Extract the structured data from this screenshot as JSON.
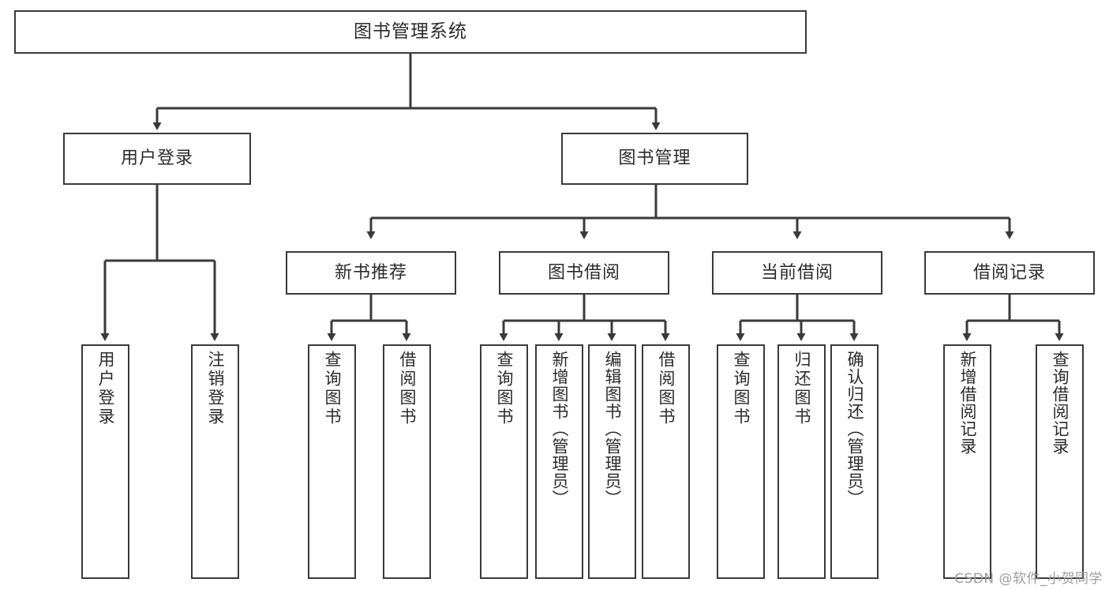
{
  "diagram": {
    "title": "图书管理系统",
    "type": "tree",
    "watermark": "CSDN @软件_小贺同学",
    "stroke_color": "#3a3a3a",
    "text_color": "#2b2b2b",
    "background_color": "#ffffff",
    "nodes": {
      "root": {
        "label": "图书管理系统"
      },
      "level2": [
        {
          "id": "user-login",
          "label": "用户登录"
        },
        {
          "id": "book-manage",
          "label": "图书管理"
        }
      ],
      "level3": [
        {
          "id": "new-book-rec",
          "label": "新书推荐"
        },
        {
          "id": "book-borrow",
          "label": "图书借阅"
        },
        {
          "id": "current-borrow",
          "label": "当前借阅"
        },
        {
          "id": "borrow-record",
          "label": "借阅记录"
        }
      ],
      "leaves": [
        {
          "id": "leaf-user-login",
          "label": "用户登录",
          "parent": "user-login"
        },
        {
          "id": "leaf-logout",
          "label": "注销登录",
          "parent": "user-login"
        },
        {
          "id": "leaf-query-book-1",
          "label": "查询图书",
          "parent": "new-book-rec"
        },
        {
          "id": "leaf-borrow-book-1",
          "label": "借阅图书",
          "parent": "new-book-rec"
        },
        {
          "id": "leaf-query-book-2",
          "label": "查询图书",
          "parent": "book-borrow"
        },
        {
          "id": "leaf-add-book",
          "label": "新增图书（管理员）",
          "parent": "book-borrow"
        },
        {
          "id": "leaf-edit-book",
          "label": "编辑图书（管理员）",
          "parent": "book-borrow"
        },
        {
          "id": "leaf-borrow-book-2",
          "label": "借阅图书",
          "parent": "book-borrow"
        },
        {
          "id": "leaf-query-book-3",
          "label": "查询图书",
          "parent": "current-borrow"
        },
        {
          "id": "leaf-return-book",
          "label": "归还图书",
          "parent": "current-borrow"
        },
        {
          "id": "leaf-confirm-return",
          "label": "确认归还（管理员）",
          "parent": "current-borrow"
        },
        {
          "id": "leaf-add-record",
          "label": "新增借阅记录",
          "parent": "borrow-record"
        },
        {
          "id": "leaf-query-record",
          "label": "查询借阅记录",
          "parent": "borrow-record"
        }
      ]
    }
  }
}
